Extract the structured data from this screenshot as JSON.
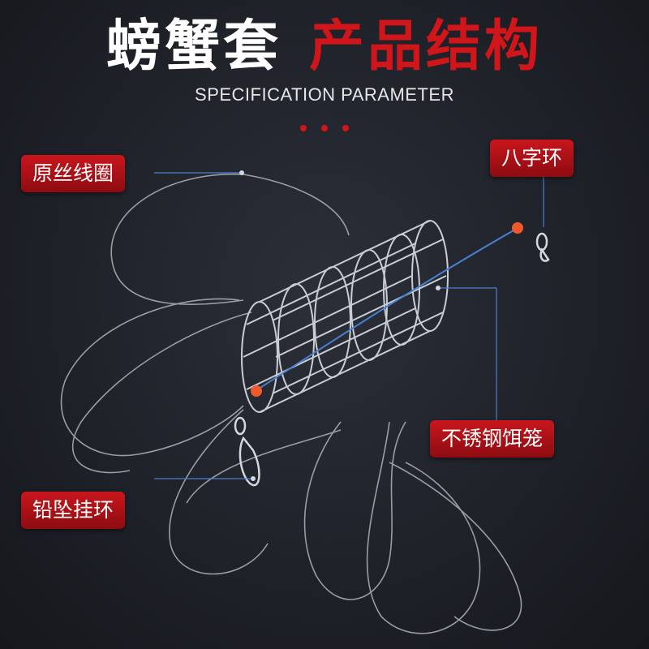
{
  "title": {
    "part1": "螃蟹套",
    "part2": "产品结构"
  },
  "subtitle": "SPECIFICATION PARAMETER",
  "labels": {
    "raw_line": "原丝线圈",
    "figure_eight_ring": "八字环",
    "stainless_cage": "不锈钢饵笼",
    "sinker_ring": "铅坠挂环"
  },
  "colors": {
    "accent": "#d0151b",
    "background": "#1f2229",
    "line": "#9aa0aa",
    "leader": "#4a7fd0"
  }
}
